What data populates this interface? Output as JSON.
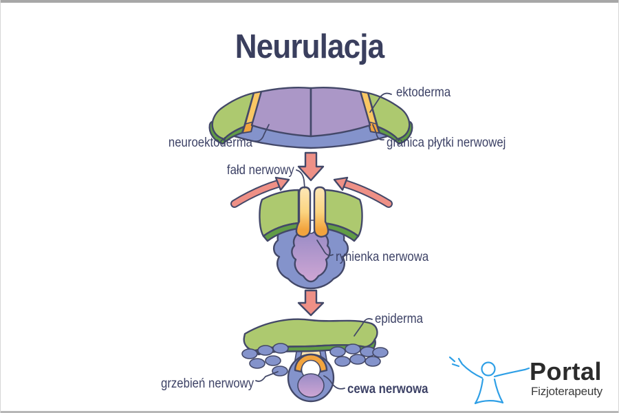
{
  "title": "Neurulacja",
  "labels": {
    "ektoderma": "ektoderma",
    "neuroektoderma": "neuroektoderma",
    "granica": "granica płytki nerwowej",
    "fald": "fałd nerwowy",
    "rynienka": "rynienka nerwowa",
    "epiderma": "epiderma",
    "grzebien": "grzebień nerwowy",
    "cewa": "cewa nerwowa"
  },
  "logo": {
    "name": "Portal",
    "subtitle": "Fizjoterapeuty"
  },
  "icons": {
    "down_arrow": "down-arrow",
    "converge_arrows": "curved-converging-arrows",
    "logo_figure": "person-with-raised-arms"
  },
  "colors": {
    "title_text": "#3a3f5e",
    "label_text": "#3d4266",
    "outline": "#434868",
    "green_light": "#adc96f",
    "green_dark": "#619c46",
    "yellow": "#f9c763",
    "orange": "#f2a43e",
    "cream": "#fbe3b0",
    "purple": "#ab97c7",
    "purple_pink": "#cfa6d4",
    "blue": "#8493cb",
    "arrow_fill": "#ee9086",
    "logo_blue": "#2e9fe6",
    "logo_text": "#2b2b2b",
    "border_gray": "#a7a7a7"
  }
}
